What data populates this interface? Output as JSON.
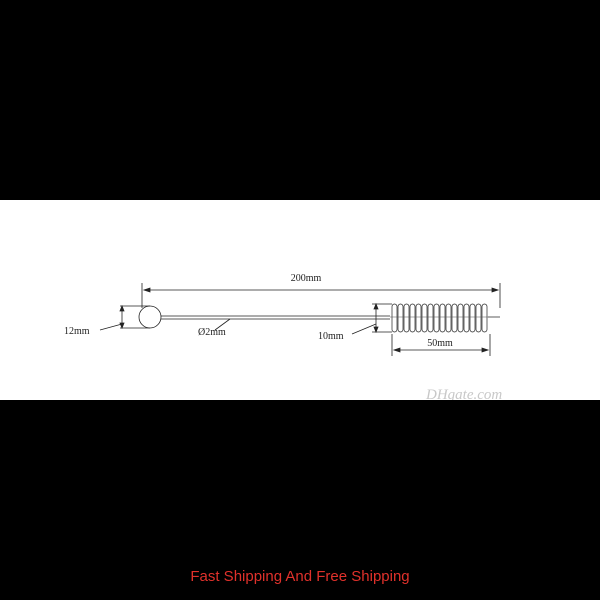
{
  "diagram": {
    "labels": {
      "total_length": "200mm",
      "handle_diameter": "12mm",
      "wire_diameter": "Ø2mm",
      "brush_diameter": "10mm",
      "brush_length": "50mm"
    },
    "watermark": {
      "brand": "DHgate.com"
    }
  },
  "caption": {
    "text": "Fast Shipping And Free Shipping"
  },
  "colors": {
    "background": "#000000",
    "panel": "#ffffff",
    "caption": "#e0312b",
    "line": "#222222"
  }
}
